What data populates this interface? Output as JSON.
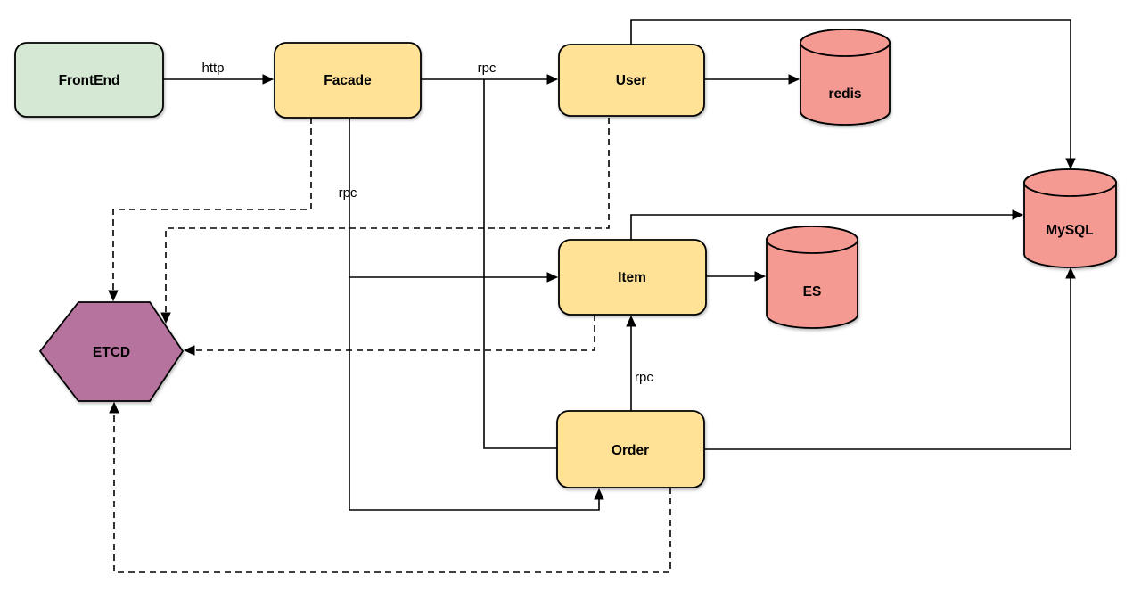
{
  "diagram": {
    "type": "architecture-flowchart",
    "nodes": {
      "frontend": {
        "label": "FrontEnd",
        "shape": "rounded-rect",
        "fill": "#d5e8d4"
      },
      "facade": {
        "label": "Facade",
        "shape": "rounded-rect",
        "fill": "#ffe296"
      },
      "user": {
        "label": "User",
        "shape": "rounded-rect",
        "fill": "#ffe296"
      },
      "item": {
        "label": "Item",
        "shape": "rounded-rect",
        "fill": "#ffe296"
      },
      "order": {
        "label": "Order",
        "shape": "rounded-rect",
        "fill": "#ffe296"
      },
      "redis": {
        "label": "redis",
        "shape": "cylinder",
        "fill": "#f59a92"
      },
      "es": {
        "label": "ES",
        "shape": "cylinder",
        "fill": "#f59a92"
      },
      "mysql": {
        "label": "MySQL",
        "shape": "cylinder",
        "fill": "#f59a92"
      },
      "etcd": {
        "label": "ETCD",
        "shape": "hexagon",
        "fill": "#b5739d"
      }
    },
    "edges": [
      {
        "from": "FrontEnd",
        "to": "Facade",
        "label": "http",
        "style": "solid"
      },
      {
        "from": "Facade",
        "to": "User",
        "label": "rpc",
        "style": "solid"
      },
      {
        "from": "User",
        "to": "redis",
        "label": "",
        "style": "solid"
      },
      {
        "from": "User",
        "to": "MySQL",
        "label": "",
        "style": "solid"
      },
      {
        "from": "Facade",
        "to": "Item",
        "label": "rpc",
        "style": "solid"
      },
      {
        "from": "Item",
        "to": "ES",
        "label": "",
        "style": "solid"
      },
      {
        "from": "Item",
        "to": "MySQL",
        "label": "",
        "style": "solid"
      },
      {
        "from": "Facade",
        "to": "Order",
        "label": "",
        "style": "solid"
      },
      {
        "from": "Order",
        "to": "User",
        "label": "",
        "style": "solid"
      },
      {
        "from": "Order",
        "to": "Item",
        "label": "rpc",
        "style": "solid"
      },
      {
        "from": "Order",
        "to": "MySQL",
        "label": "",
        "style": "solid"
      },
      {
        "from": "Facade",
        "to": "ETCD",
        "label": "",
        "style": "dashed"
      },
      {
        "from": "User",
        "to": "ETCD",
        "label": "",
        "style": "dashed"
      },
      {
        "from": "Item",
        "to": "ETCD",
        "label": "",
        "style": "dashed"
      },
      {
        "from": "Order",
        "to": "ETCD",
        "label": "",
        "style": "dashed"
      }
    ],
    "colors": {
      "service_fill": "#ffe296",
      "frontend_fill": "#d5e8d4",
      "datastore_fill": "#f59a92",
      "registry_fill": "#b5739d",
      "stroke": "#000000",
      "background": "#ffffff"
    }
  }
}
